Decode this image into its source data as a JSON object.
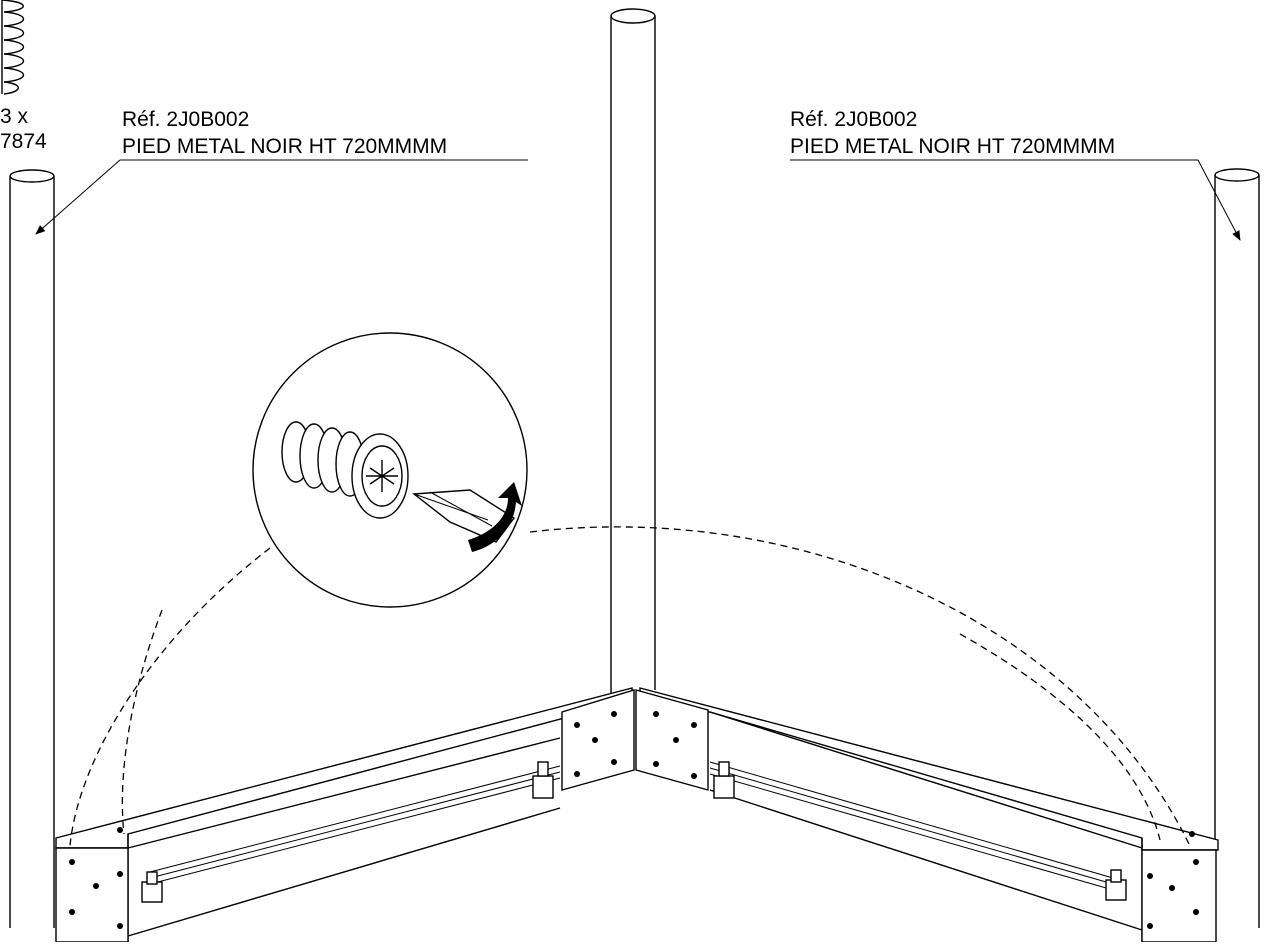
{
  "callouts": {
    "left": {
      "ref": "Réf. 2J0B002",
      "name": "PIED METAL NOIR HT 720MMMM"
    },
    "right": {
      "ref": "Réf. 2J0B002",
      "name": "PIED METAL NOIR HT 720MMMM"
    }
  },
  "hardware": {
    "quantity_label": "3 x",
    "code": "7874"
  }
}
